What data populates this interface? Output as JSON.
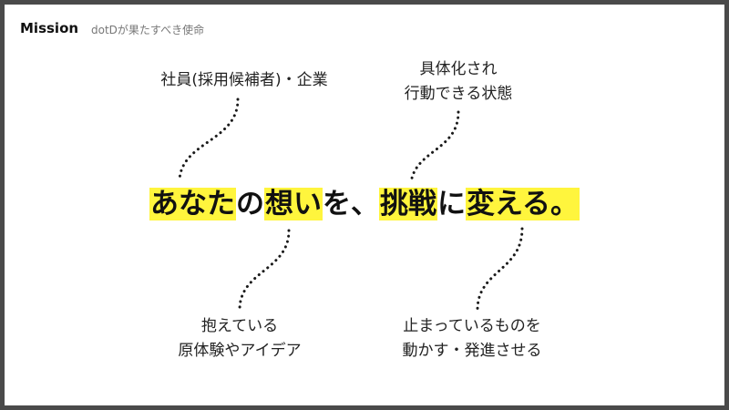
{
  "header": {
    "title": "Mission",
    "subtitle": "dotDが果たすべき使命"
  },
  "notes": {
    "top_left": "社員(採用候補者)・企業",
    "top_right_line1": "具体化され",
    "top_right_line2": "行動できる状態",
    "bottom_left_line1": "抱えている",
    "bottom_left_line2": "原体験やアイデア",
    "bottom_right_line1": "止まっているものを",
    "bottom_right_line2": "動かす・発進させる"
  },
  "statement": {
    "part1": "あなた",
    "part2": "の",
    "part3": "想い",
    "part4": "を、",
    "part5": "挑戦",
    "part6": "に",
    "part7": "変える。"
  },
  "colors": {
    "highlight": "#fff53d",
    "frame": "#4a4a4a"
  }
}
